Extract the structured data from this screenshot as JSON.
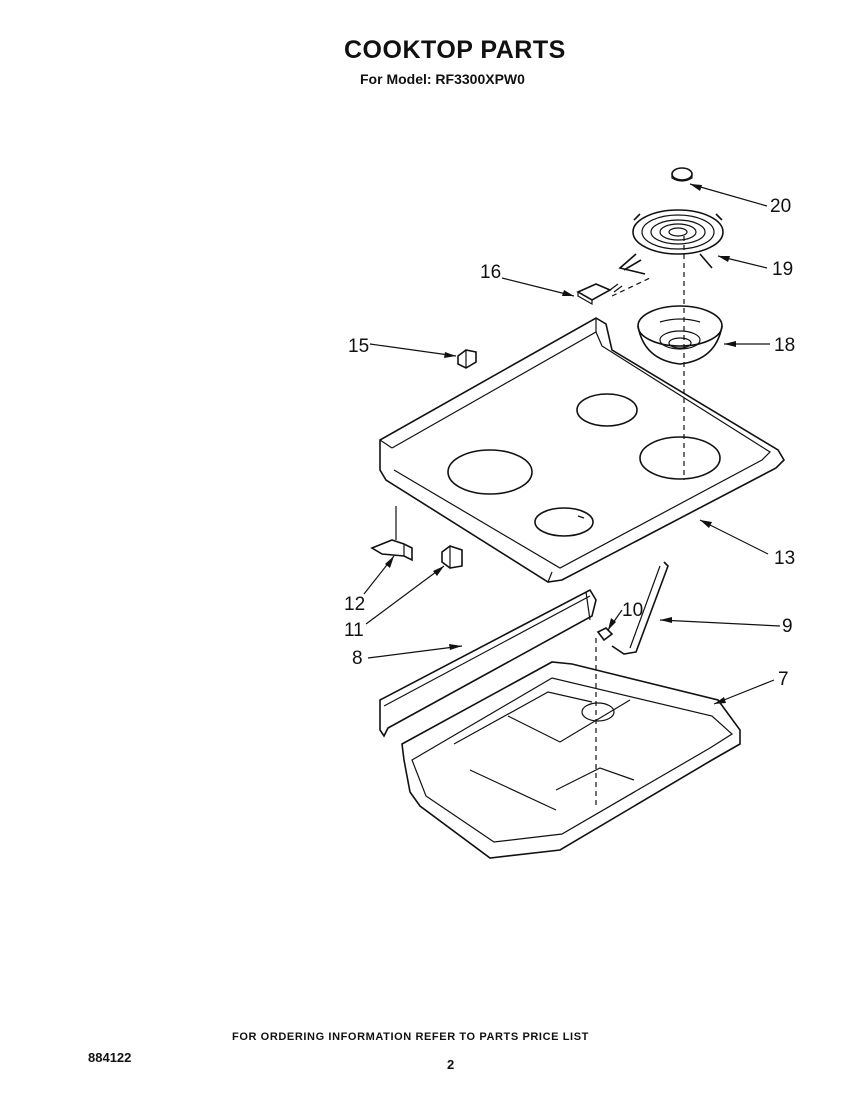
{
  "header": {
    "title": "COOKTOP PARTS",
    "subtitle": "For Model: RF3300XPW0"
  },
  "callouts": [
    "20",
    "19",
    "16",
    "15",
    "18",
    "13",
    "12",
    "11",
    "10",
    "9",
    "8",
    "7"
  ],
  "footer": {
    "ordering_note": "FOR ORDERING INFORMATION REFER TO PARTS PRICE LIST",
    "document_number": "884122",
    "page_number": "2"
  }
}
